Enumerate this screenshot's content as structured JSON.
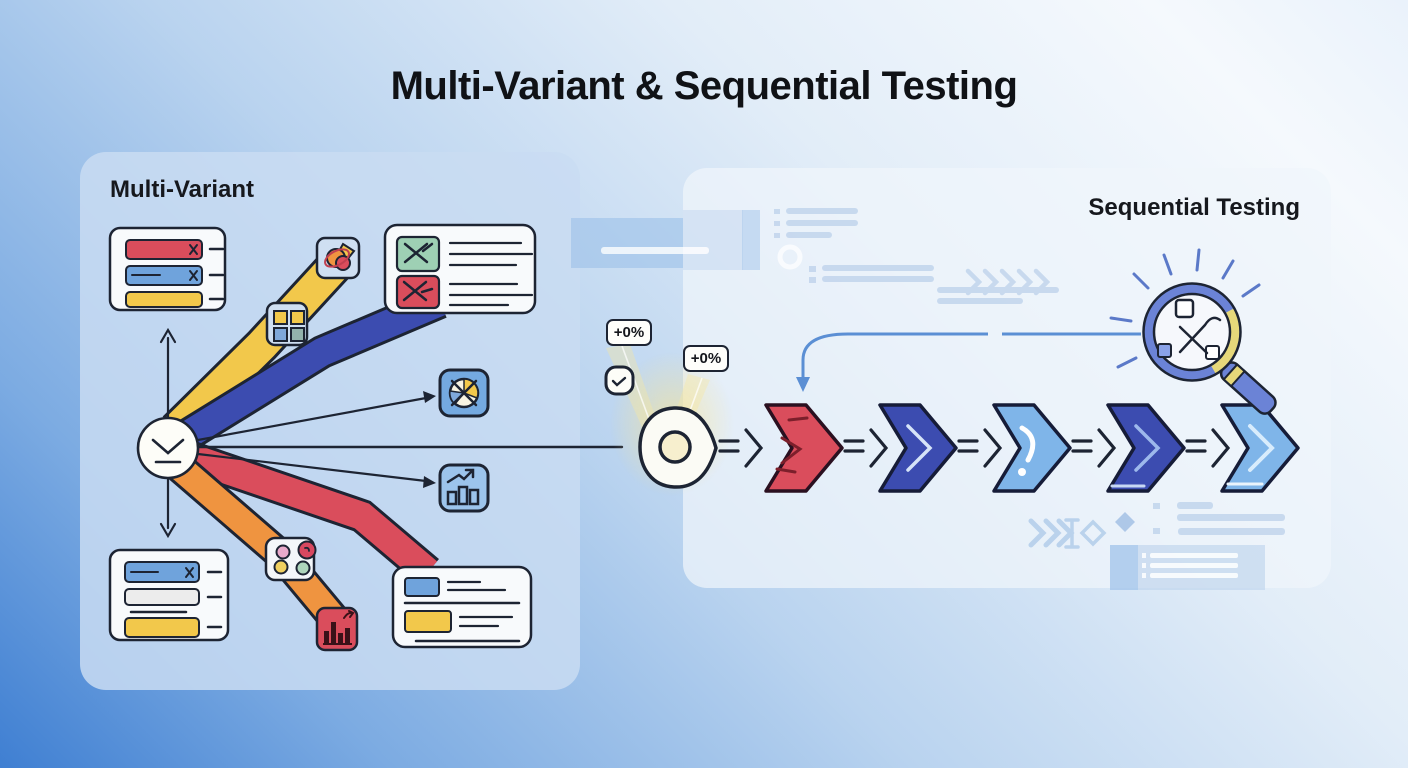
{
  "title": "Multi-Variant & Sequential Testing",
  "left_panel": {
    "label": "Multi-Variant"
  },
  "right_panel": {
    "label": "Sequential Testing"
  },
  "badges": {
    "uplift_left": "+0%",
    "uplift_right": "+0%"
  },
  "palette": {
    "ink": "#1d2433",
    "red": "#da4d5c",
    "red-dark": "#7c1f2b",
    "blue": "#3c4cb0",
    "light-blue": "#7fb5e9",
    "mid-blue": "#6fa3dc",
    "yellow": "#f2c84b",
    "orange": "#ef9440",
    "card": "#f8fafc",
    "icon-blue": "#74a9e0",
    "icon-blue-light": "#cfdff2",
    "mag-blue": "#6b83d6",
    "mag-yellow": "#e6d87a",
    "ghost": "#bed3ec",
    "ghost-strong": "#9fc2ea",
    "arrow-blue": "#5b8fd4",
    "glow": "#f6e49a",
    "green": "#9ed0b4"
  }
}
